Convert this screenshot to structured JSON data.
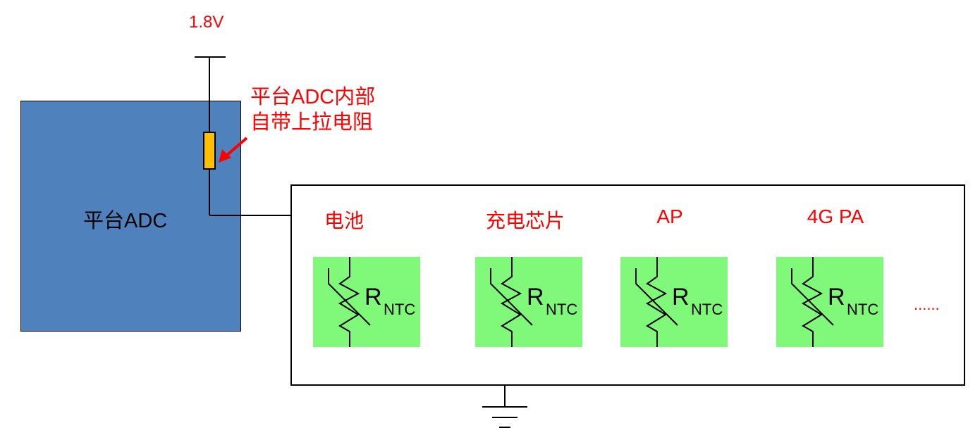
{
  "supply_voltage": "1.8V",
  "adc_block": {
    "label": "平台ADC",
    "color": "#4f81bd"
  },
  "pullup_note": {
    "line1": "平台ADC内部",
    "line2": "自带上拉电阻"
  },
  "resistor_color": "#ffc000",
  "thermistors": [
    {
      "label": "电池",
      "symbol": "R",
      "subscript": "NTC"
    },
    {
      "label": "充电芯片",
      "symbol": "R",
      "subscript": "NTC"
    },
    {
      "label": "AP",
      "symbol": "R",
      "subscript": "NTC"
    },
    {
      "label": "4G PA",
      "symbol": "R",
      "subscript": "NTC"
    }
  ],
  "ellipsis": "......"
}
